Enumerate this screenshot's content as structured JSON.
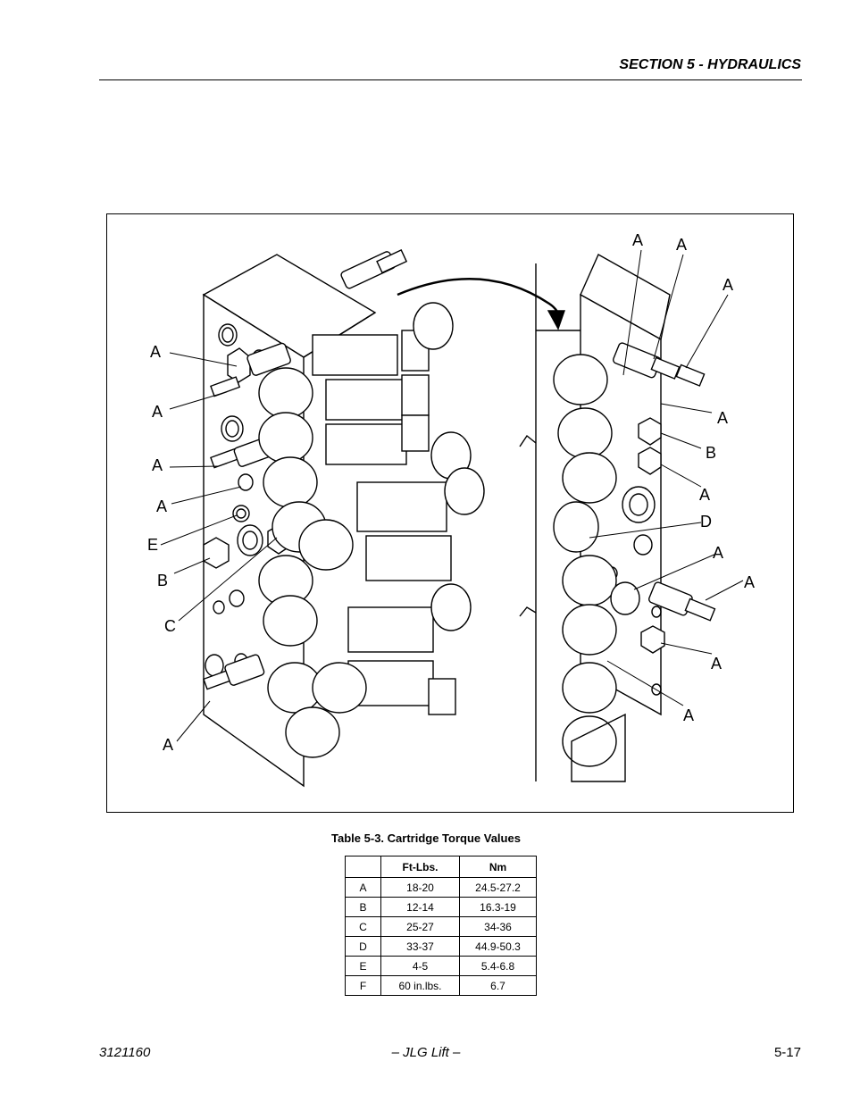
{
  "header": {
    "section_title": "SECTION 5 - HYDRAULICS"
  },
  "figure": {
    "left_labels": [
      "A",
      "A",
      "A",
      "A",
      "E",
      "B",
      "C",
      "A"
    ],
    "right_labels": [
      "A",
      "A",
      "A",
      "A",
      "B",
      "A",
      "D",
      "A",
      "A",
      "A",
      "A"
    ]
  },
  "table": {
    "caption": "Table 5-3. Cartridge Torque Values",
    "headers": [
      "",
      "Ft-Lbs.",
      "Nm"
    ],
    "rows": [
      [
        "A",
        "18-20",
        "24.5-27.2"
      ],
      [
        "B",
        "12-14",
        "16.3-19"
      ],
      [
        "C",
        "25-27",
        "34-36"
      ],
      [
        "D",
        "33-37",
        "44.9-50.3"
      ],
      [
        "E",
        "4-5",
        "5.4-6.8"
      ],
      [
        "F",
        "60 in.lbs.",
        "6.7"
      ]
    ]
  },
  "footer": {
    "doc_number": "3121160",
    "publisher": "– JLG Lift –",
    "page_number": "5-17"
  }
}
